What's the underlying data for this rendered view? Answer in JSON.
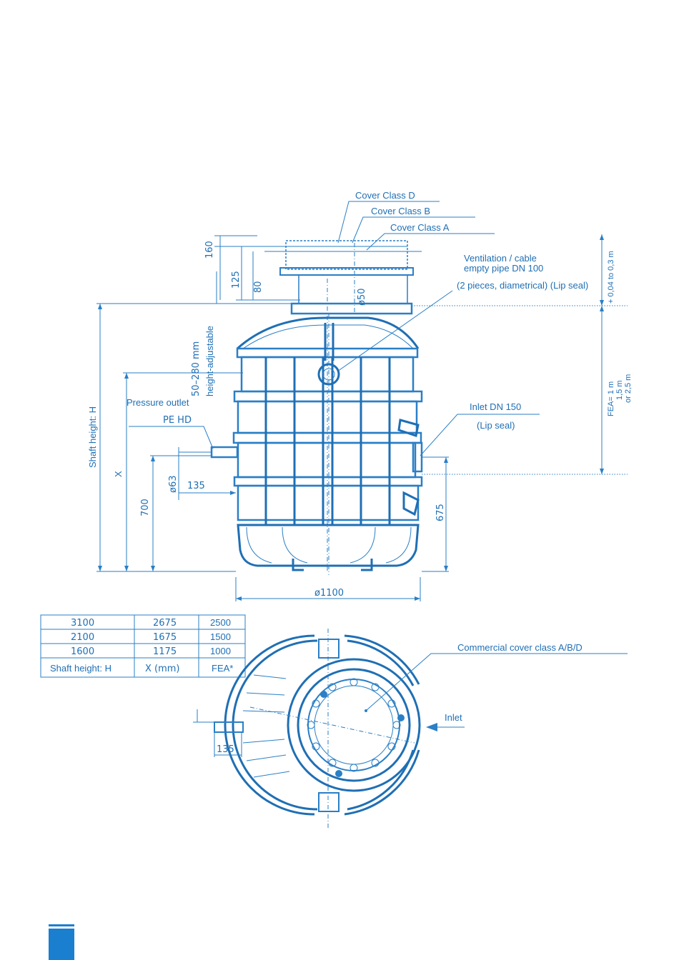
{
  "labels": {
    "cover_d": "Cover Class D",
    "cover_b": "Cover Class B",
    "cover_a": "Cover Class A",
    "ventilation_1": "Ventilation / cable",
    "ventilation_2": "empty pipe DN 100",
    "ventilation_3": "(2 pieces, diametrical) (Lip seal)",
    "height_range": "50–280 mm",
    "height_adjustable": "height-adjustable",
    "pressure_outlet": "Pressure outlet",
    "pe_hd": "PE HD",
    "inlet_dn": "Inlet DN 150",
    "lip_seal": "(Lip seal)",
    "shaft_height": "Shaft height: H",
    "x_label": "X",
    "fea_1": "FEA= 1 m",
    "fea_2": "1,5 m",
    "fea_3": "or 2,5 m",
    "offset": "+ 0,04 to 0,3 m",
    "commercial_cover": "Commercial cover class A/B/D",
    "inlet": "Inlet"
  },
  "dimensions": {
    "d160": "160",
    "d125": "125",
    "d80": "80",
    "d50": "ø50",
    "d63": "ø63",
    "d135": "135",
    "d700": "700",
    "d675": "675",
    "d1100": "ø1100",
    "d135_plan": "135"
  },
  "table": {
    "rows": [
      [
        "3100",
        "2675",
        "2500"
      ],
      [
        "2100",
        "1675",
        "1500"
      ],
      [
        "1600",
        "1175",
        "1000"
      ]
    ],
    "header": [
      "Shaft height: H",
      "X (mm)",
      "FEA*"
    ]
  }
}
